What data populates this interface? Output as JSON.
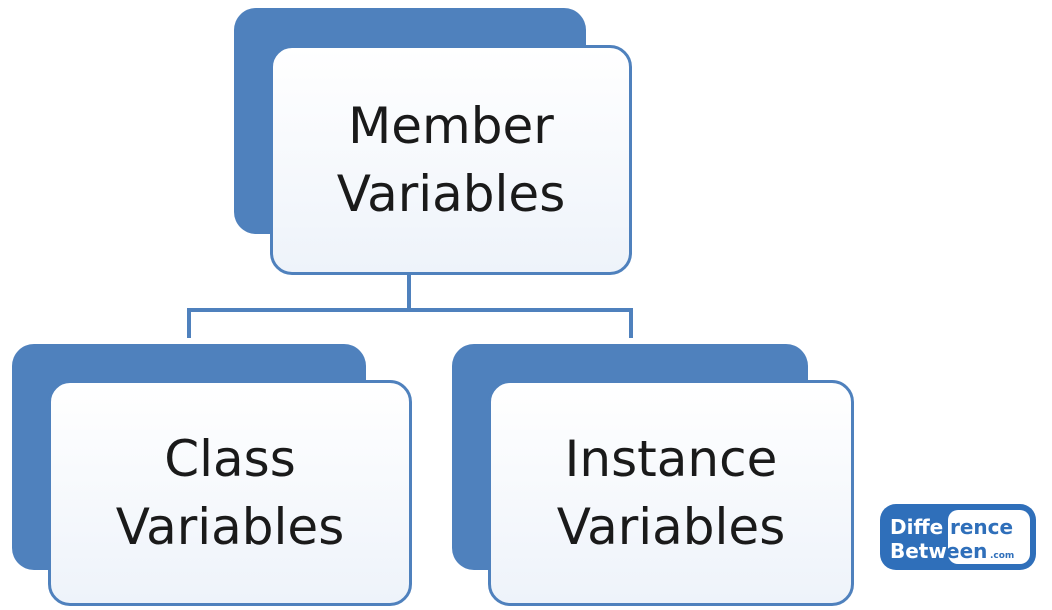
{
  "diagram": {
    "root": {
      "label": "Member\nVariables"
    },
    "children": [
      {
        "label": "Class\nVariables"
      },
      {
        "label": "Instance\nVariables"
      }
    ]
  },
  "watermark": {
    "line1_a": "Diffe",
    "line1_b": "rence",
    "line2_a": "Betw",
    "line2_b": "een",
    "suffix": ".com"
  },
  "colors": {
    "accent": "#4f81bd",
    "card_fill": "#eef3fa",
    "text": "#1a1a1a"
  }
}
